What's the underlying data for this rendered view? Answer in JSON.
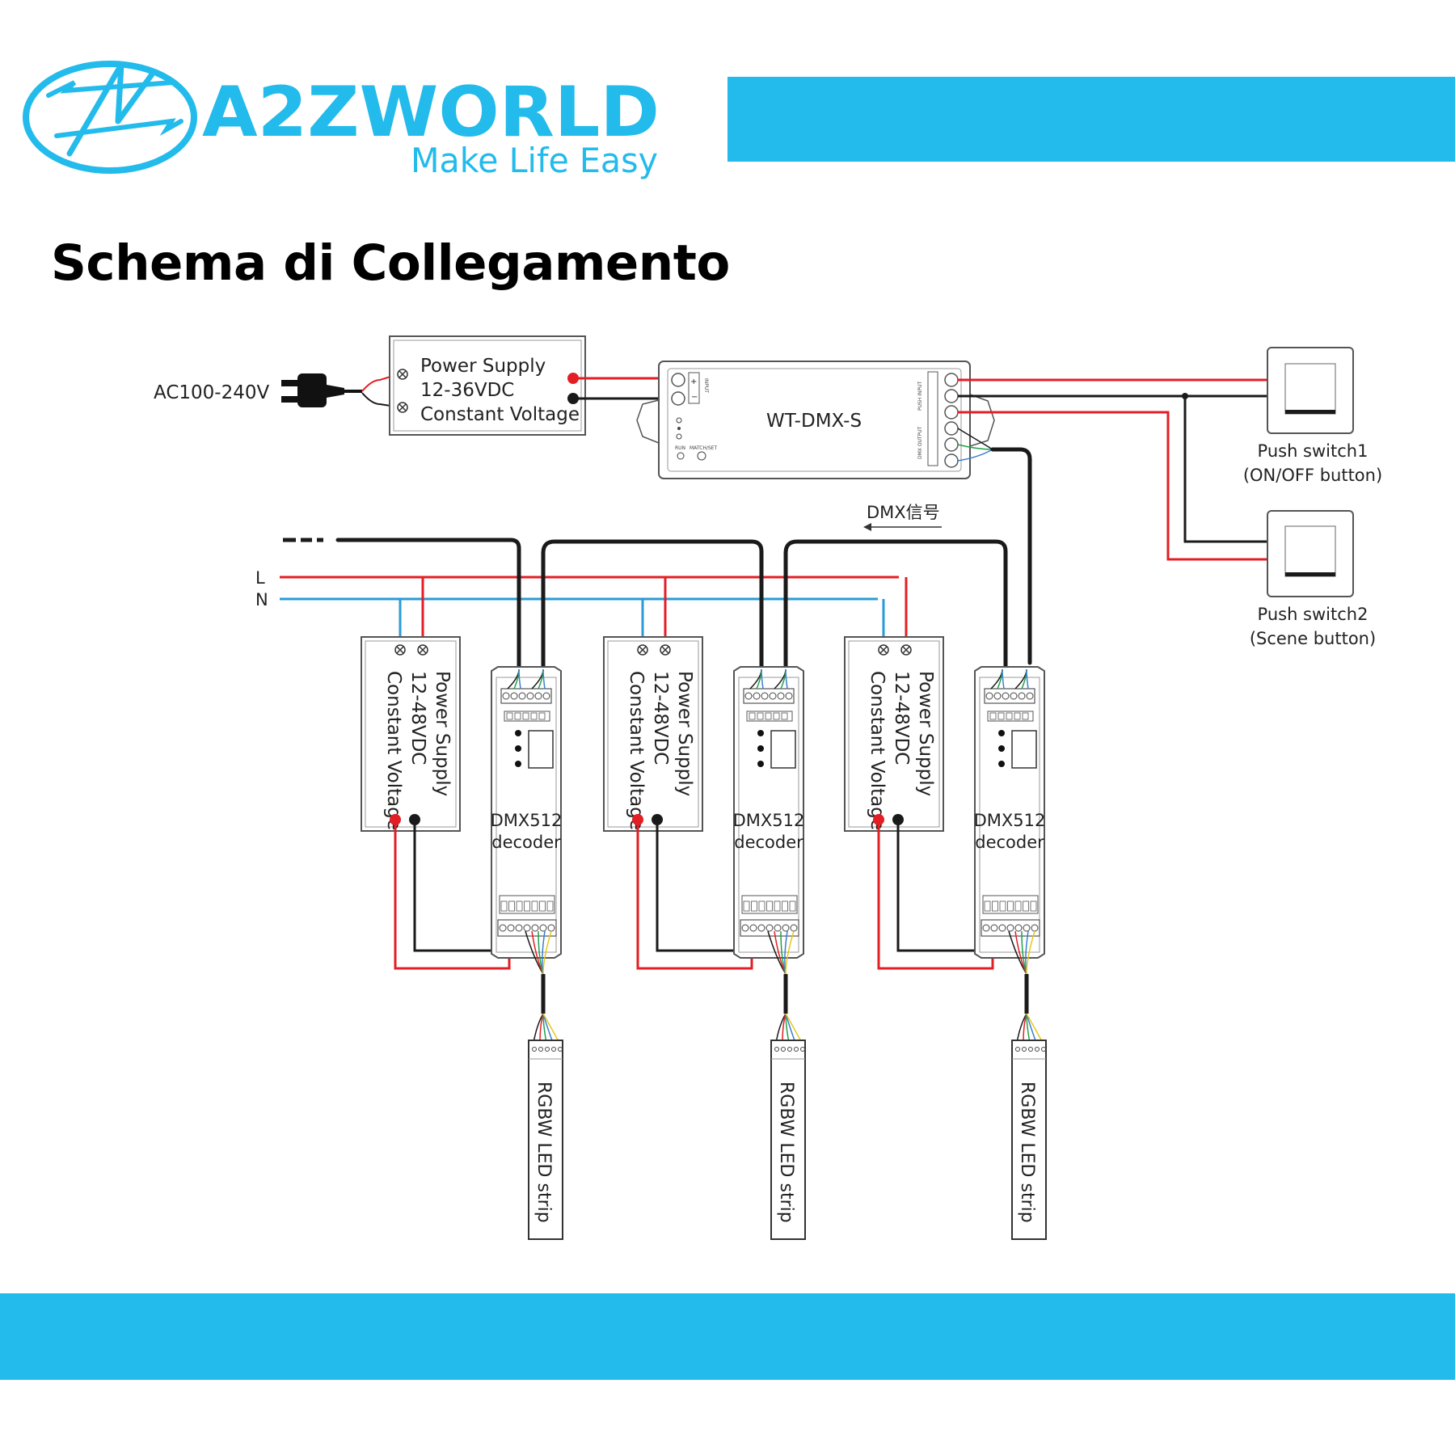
{
  "brand": {
    "name": "A2ZWORLD",
    "tagline": "Make Life Easy",
    "color": "#22bbeb"
  },
  "heading": "Schema di Collegamento",
  "colors": {
    "live": "#e31e24",
    "neutral": "#2a9bd7",
    "signal": "#1a1a1a",
    "green": "#21a04a",
    "blue": "#3a7fd0",
    "yellow": "#e8c81a"
  },
  "main_psu": {
    "input_label": "AC100-240V",
    "line1": "Power Supply",
    "line2": "12-36VDC",
    "line3": "Constant Voltage"
  },
  "controller": {
    "name": "WT-DMX-S",
    "run_label": "RUN",
    "match_label": "MATCH/SET",
    "input_label": "INPUT",
    "push_input_label": "PUSH INPUT",
    "dmx_output_label": "DMX OUTPUT"
  },
  "dmx_signal_label": "DMX信号",
  "mains": {
    "l_label": "L",
    "n_label": "N"
  },
  "switches": [
    {
      "line1": "Push switch1",
      "line2": "(ON/OFF button)"
    },
    {
      "line1": "Push switch2",
      "line2": "(Scene button)"
    }
  ],
  "units": [
    {
      "psu_lines": [
        "Power Supply",
        "12-48VDC",
        "Constant Voltage"
      ],
      "decoder_lines": [
        "DMX512",
        "decoder"
      ],
      "strip_label": "RGBW LED strip"
    },
    {
      "psu_lines": [
        "Power Supply",
        "12-48VDC",
        "Constant Voltage"
      ],
      "decoder_lines": [
        "DMX512",
        "decoder"
      ],
      "strip_label": "RGBW LED strip"
    },
    {
      "psu_lines": [
        "Power Supply",
        "12-48VDC",
        "Constant Voltage"
      ],
      "decoder_lines": [
        "DMX512",
        "decoder"
      ],
      "strip_label": "RGBW LED strip"
    }
  ]
}
